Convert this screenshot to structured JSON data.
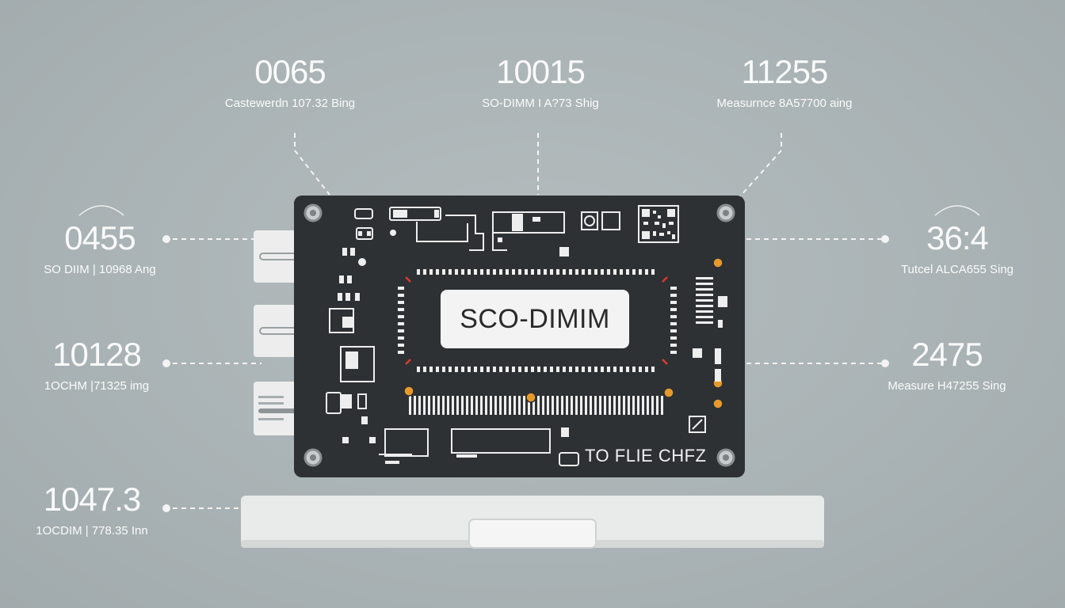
{
  "annotations": {
    "top_left": {
      "value": "0065",
      "label": "Castewerdn 107.32 Bing"
    },
    "top_center": {
      "value": "10015",
      "label": "SO-DIMM I A?73 Shig"
    },
    "top_right": {
      "value": "11255",
      "label": "Measurnce 8A57700 aing"
    },
    "mid_left": {
      "value": "0455",
      "label": "SO DIIM | 10968 Ang"
    },
    "mid_right": {
      "value": "36:4",
      "label": "Tutcel ALCA655 Sing"
    },
    "lower_left": {
      "value": "10128",
      "label": "1OCHM |71325 img"
    },
    "lower_right": {
      "value": "2475",
      "label": "Measure H47255 Sing"
    },
    "bottom_left": {
      "value": "1047.3",
      "label": "1OCDIM | 778.35 Inn"
    }
  },
  "board": {
    "chip_label": "SCO-DIMIM",
    "silk_text": "TO FLIE CHFZ"
  },
  "colors": {
    "background": "#aab3b5",
    "board": "#2e3133",
    "silkscreen": "#f0f0f0",
    "accent": "#e79a2b",
    "marker": "#d83b30"
  }
}
